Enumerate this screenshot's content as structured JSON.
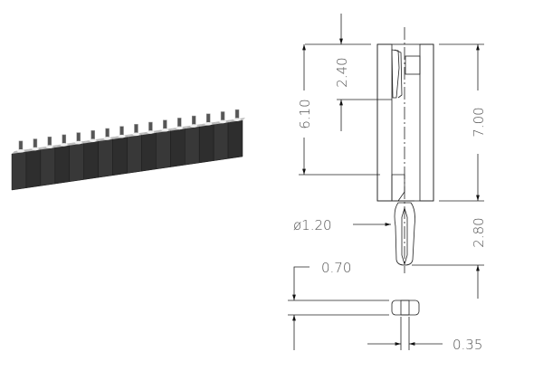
{
  "drawing": {
    "dimensions": {
      "entry_depth": "2.40",
      "contact_length": "6.10",
      "body_height": "7.00",
      "pin_diameter": "ø1.20",
      "pin_length": "2.80",
      "section_height": "0.70",
      "section_gap": "0.35"
    },
    "pin_count": 16,
    "colors": {
      "line": "#222222",
      "text": "#555555",
      "body": "#2b2b2b"
    }
  }
}
